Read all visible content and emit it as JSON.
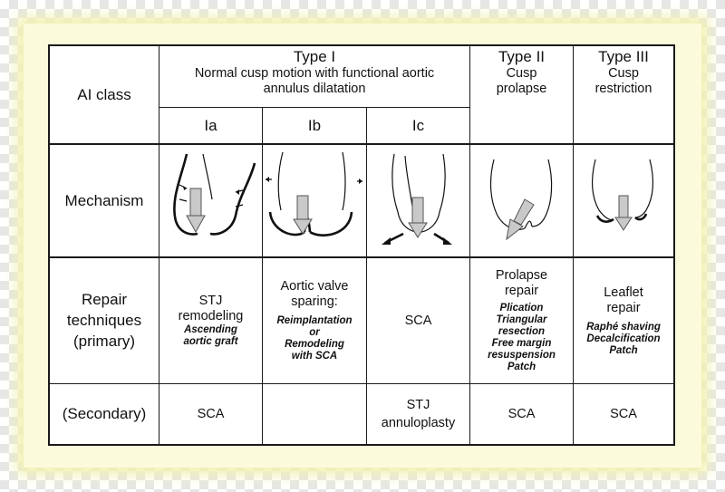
{
  "header": {
    "ai_class": "AI class",
    "type1": {
      "title": "Type I",
      "subtitle_line1": "Normal cusp motion with functional aortic",
      "subtitle_line2": "annulus dilatation"
    },
    "type2": {
      "title": "Type II",
      "line1": "Cusp",
      "line2": "prolapse"
    },
    "type3": {
      "title": "Type III",
      "line1": "Cusp",
      "line2": "restriction"
    },
    "subtypes": [
      "Ia",
      "Ib",
      "Ic"
    ]
  },
  "rows": {
    "mechanism": "Mechanism",
    "repair_line1": "Repair",
    "repair_line2": "techniques",
    "repair_line3": "(primary)",
    "secondary": "(Secondary)"
  },
  "primary": {
    "ia": {
      "l1": "STJ",
      "l2": "remodeling",
      "i1": "Ascending",
      "i2": "aortic graft"
    },
    "ib": {
      "l1": "Aortic valve",
      "l2": "sparing:",
      "i1": "Reimplantation",
      "i2": "or",
      "i3": "Remodeling",
      "i4": "with SCA"
    },
    "ic": {
      "l1": "SCA"
    },
    "type2": {
      "l1": "Prolapse",
      "l2": "repair",
      "i1": "Plication",
      "i2": "Triangular",
      "i3": "resection",
      "i4": "Free margin",
      "i5": "resuspension",
      "i6": "Patch"
    },
    "type3": {
      "l1": "Leaflet",
      "l2": "repair",
      "i1": "Raphé shaving",
      "i2": "Decalcification",
      "i3": "Patch"
    }
  },
  "secondary": {
    "ia": "SCA",
    "ib": "",
    "ic_l1": "STJ",
    "ic_l2": "annuloplasty",
    "type2": "SCA",
    "type3": "SCA"
  },
  "colors": {
    "background_glow": "#fbfbdc",
    "table_border": "#1a1a1a",
    "arrow_fill": "#c9c9c9"
  }
}
